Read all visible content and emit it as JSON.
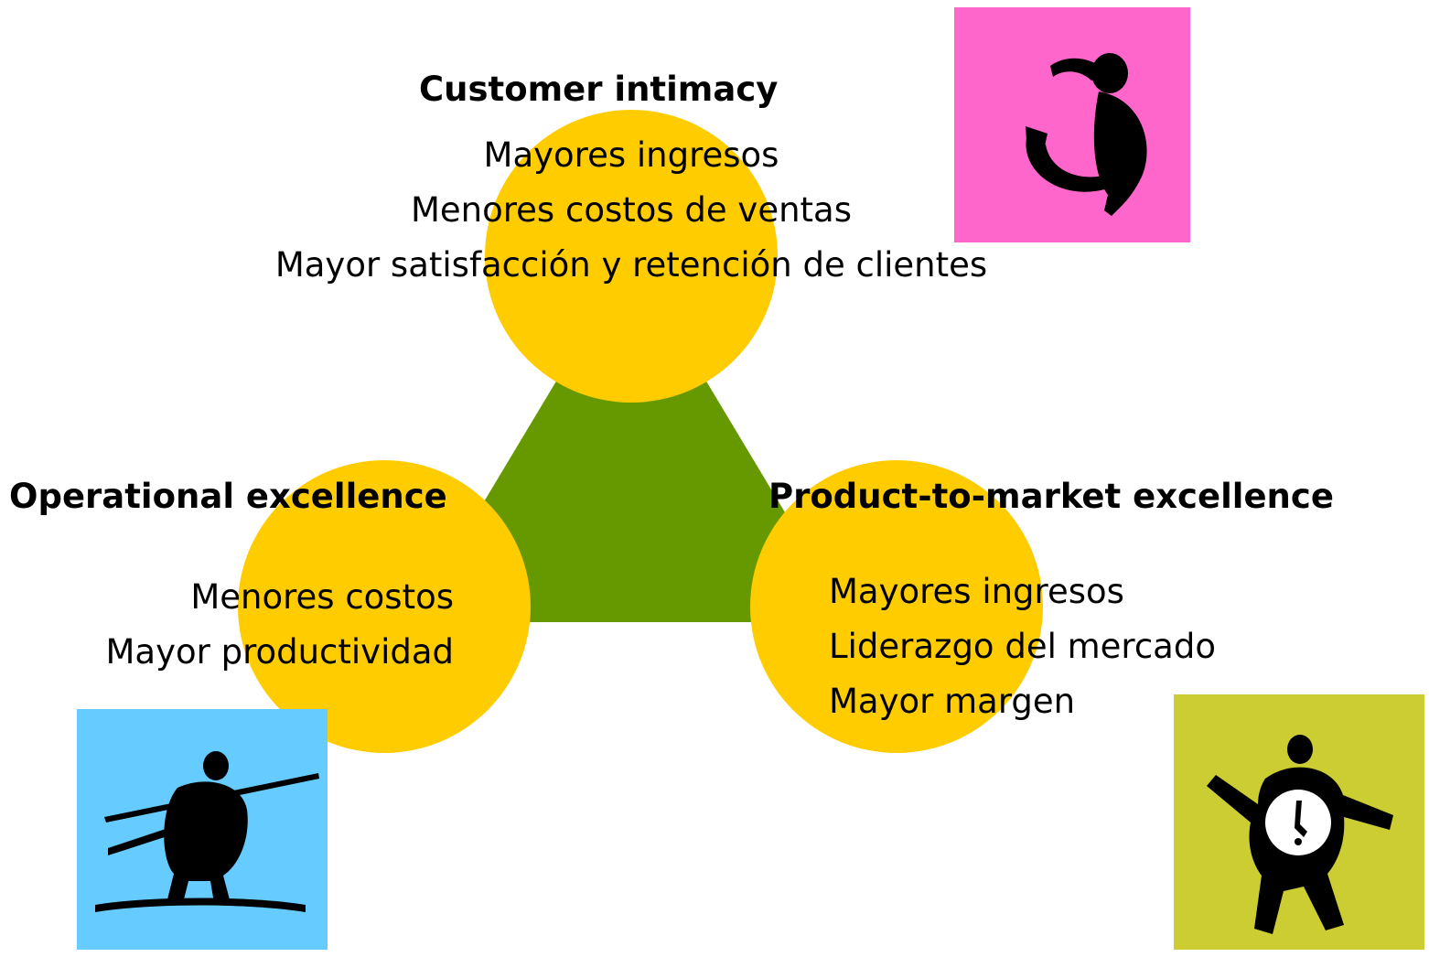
{
  "colors": {
    "triangle": "#669900",
    "circle": "#ffcc00",
    "tile_customer": "#ff66cc",
    "tile_operational": "#66ccff",
    "tile_product": "#cccc33",
    "figure": "#000000"
  },
  "customer_intimacy": {
    "title": "Customer intimacy",
    "lines": [
      "Mayores ingresos",
      "Menores costos de ventas",
      "Mayor satisfacción y retención de clientes"
    ],
    "icon": "figure-holding-crescent-icon"
  },
  "operational_excellence": {
    "title": "Operational excellence",
    "lines": [
      "Menores costos",
      "Mayor productividad"
    ],
    "icon": "figure-balancing-with-pole-icon"
  },
  "product_excellence": {
    "title": "Product-to-market excellence",
    "lines": [
      "Mayores ingresos",
      "Liderazgo del mercado",
      "Mayor margen"
    ],
    "icon": "figure-with-clock-icon"
  }
}
